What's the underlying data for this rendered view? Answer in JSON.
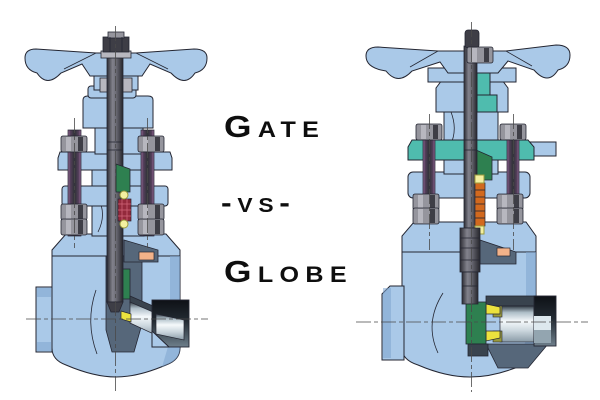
{
  "labels": {
    "gate": "Gate",
    "vs": "-vs-",
    "globe": "Globe"
  },
  "figures": {
    "left": "gate-valve-cross-section",
    "right": "globe-valve-cross-section"
  },
  "colors": {
    "body-blue": "#aac9e8",
    "body-blue-shade": "#7da4cd",
    "outline": "#242632",
    "steel-dark": "#3e3e46",
    "steel-mid": "#95959d",
    "steel-light": "#b7b7bf",
    "teal": "#4fbcae",
    "green": "#2e8050",
    "red-packing": "#93293c",
    "red-packing-light": "#cf6377",
    "orange-thread": "#d2691e",
    "peach": "#f2b289",
    "yellow": "#ece23e",
    "yellow-pale": "#f4f0a0",
    "olive": "#9a9a3c",
    "slate": "#56677a",
    "slate-dark": "#39434e",
    "centerline": "#4a4a4a",
    "text": "#0e0e0e"
  }
}
